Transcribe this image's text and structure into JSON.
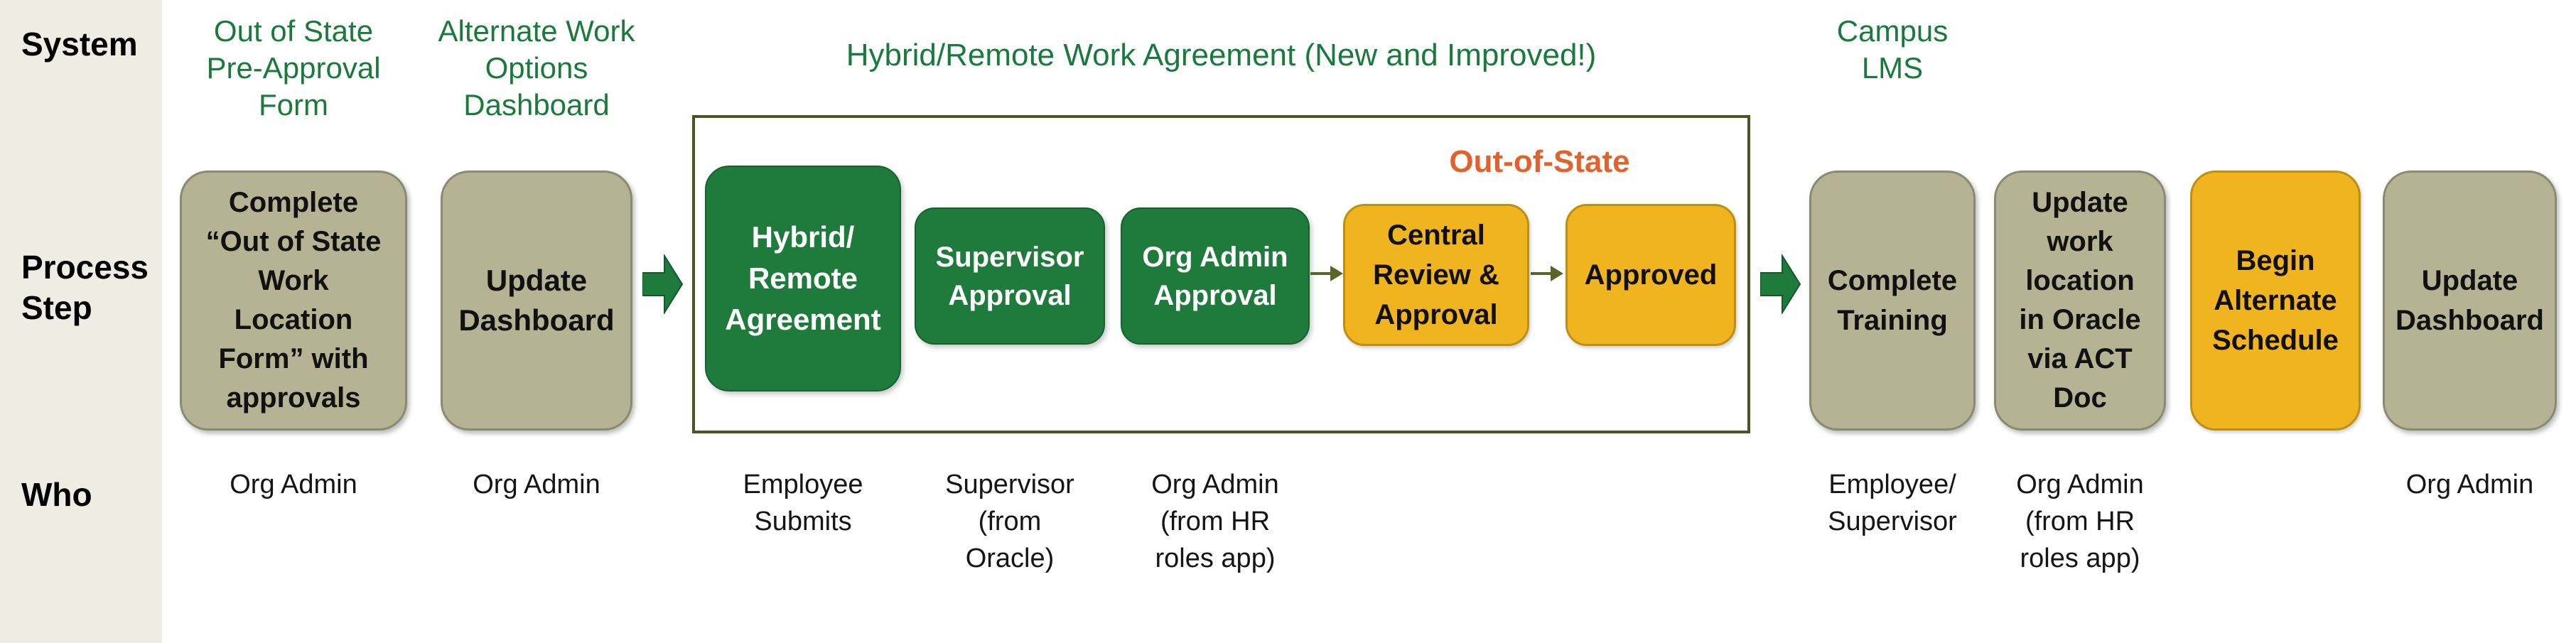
{
  "colors": {
    "green": "#1E7B3C",
    "green_dark": "#15622E",
    "green_text": "#1A7A3C",
    "khaki": "#B6B294",
    "khaki_border": "#8A8A72",
    "yellow": "#F0B41F",
    "yellow_border": "#BC9013",
    "orange": "#E2622D",
    "outline": "#4E5323",
    "olive_arrow": "#5C6428",
    "left_column_bg": "#EEEDE4"
  },
  "row_labels": {
    "system": "System",
    "process": "Process\nStep",
    "who": "Who"
  },
  "headers": {
    "out_of_state_form": "Out of State\nPre-Approval\nForm",
    "alt_work_dashboard": "Alternate Work\nOptions\nDashboard",
    "hybrid_agreement_title": "Hybrid/Remote Work Agreement (New and Improved!)",
    "campus_lms": "Campus\nLMS"
  },
  "out_of_state_label": "Out-of-State",
  "boxes": {
    "complete_form": {
      "label": "Complete\n“Out of State\nWork\nLocation\nForm” with\napprovals"
    },
    "update_dashboard_1": {
      "label": "Update\nDashboard"
    },
    "hybrid_agreement": {
      "label": "Hybrid/\nRemote\nAgreement"
    },
    "supervisor_approval": {
      "label": "Supervisor\nApproval"
    },
    "org_admin_approval": {
      "label": "Org Admin\nApproval"
    },
    "central_review": {
      "label": "Central\nReview &\nApproval"
    },
    "approved": {
      "label": "Approved"
    },
    "complete_training": {
      "label": "Complete\nTraining"
    },
    "update_work_location": {
      "label": "Update\nwork\nlocation\nin Oracle\nvia ACT\nDoc"
    },
    "begin_alternate_schedule": {
      "label": "Begin\nAlternate\nSchedule"
    },
    "update_dashboard_2": {
      "label": "Update\nDashboard"
    }
  },
  "who": {
    "complete_form": "Org Admin",
    "update_dashboard_1": "Org Admin",
    "hybrid_agreement": "Employee\nSubmits",
    "supervisor_approval": "Supervisor\n(from\nOracle)",
    "org_admin_approval": "Org Admin\n(from HR\nroles app)",
    "complete_training": "Employee/\nSupervisor",
    "update_work_location": "Org Admin\n(from HR\nroles app)",
    "update_dashboard_2": "Org Admin"
  }
}
